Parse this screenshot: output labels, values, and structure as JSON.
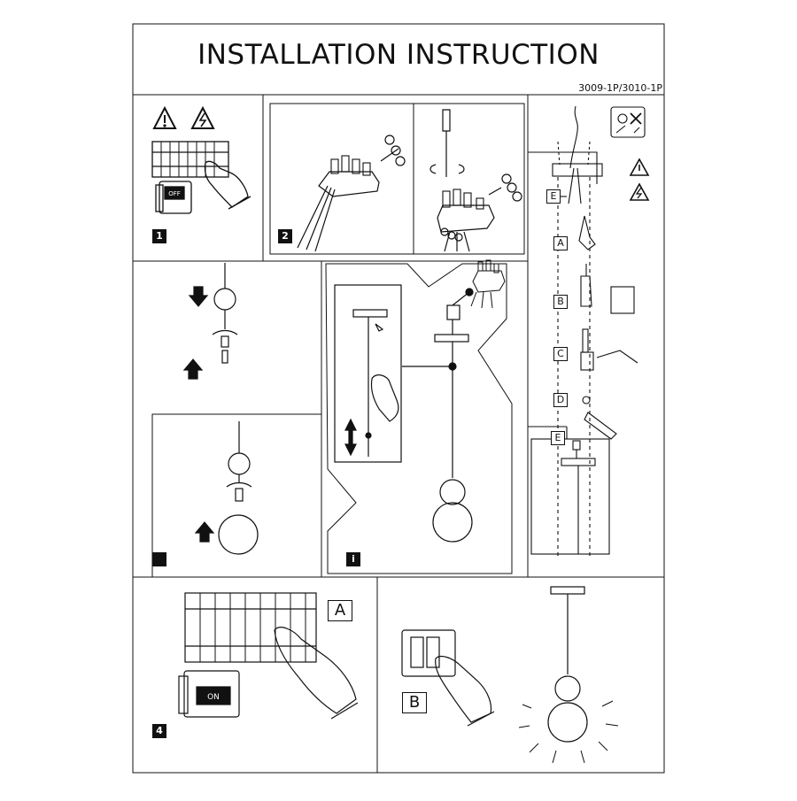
{
  "header": {
    "title": "INSTALLATION INSTRUCTION",
    "model": "3009-1P/3010-1P"
  },
  "steps": {
    "step1": "1",
    "step2": "2",
    "step4": "4",
    "info": "i"
  },
  "breaker_labels": {
    "off": "OFF",
    "on": "ON"
  },
  "mount_parts": {
    "E_top": "E",
    "A": "A",
    "B": "B",
    "C": "C",
    "D": "D",
    "E_bottom": "E"
  },
  "final_labels": {
    "A": "A",
    "B": "B"
  },
  "icons": [
    "warning-icon",
    "electric-hazard-icon",
    "no-tools-icon"
  ]
}
